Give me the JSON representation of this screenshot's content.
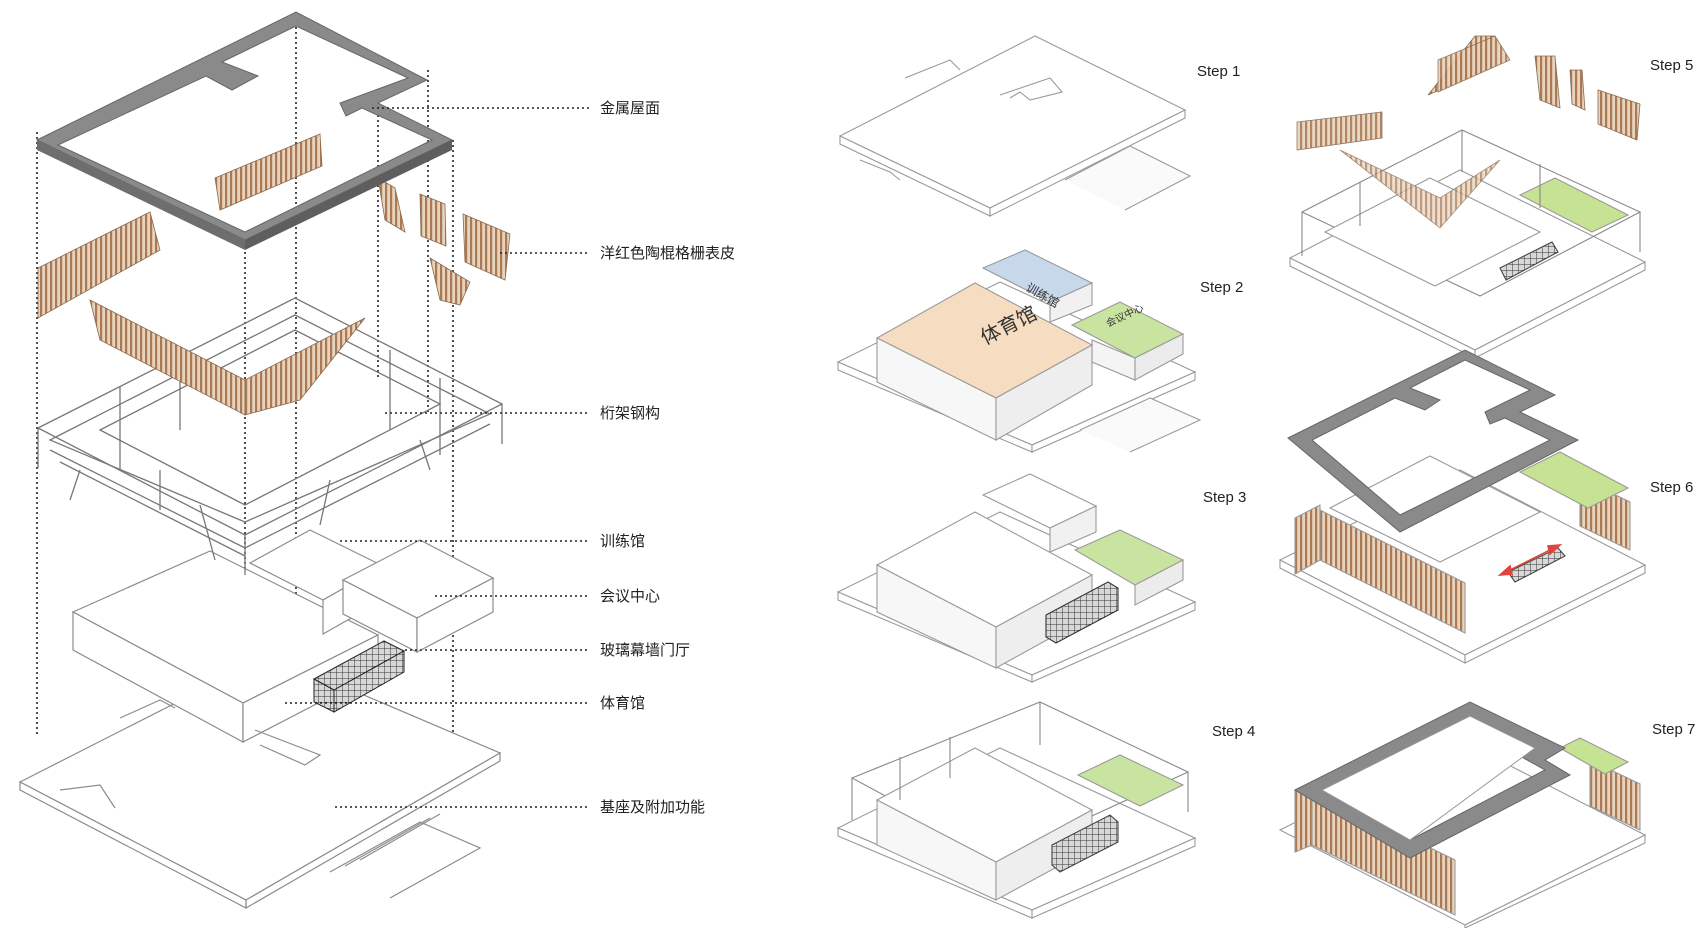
{
  "exploded_labels": [
    "金属屋面",
    "洋红色陶棍格栅表皮",
    "桁架钢构",
    "训练馆",
    "会议中心",
    "玻璃幕墙门厅",
    "体育馆",
    "基座及附加功能"
  ],
  "steps": [
    "Step 1",
    "Step 2",
    "Step 3",
    "Step 4",
    "Step 5",
    "Step 6",
    "Step 7"
  ],
  "block_labels": {
    "gym": "体育馆",
    "training": "训练馆",
    "conference": "会议中心"
  },
  "colors": {
    "roof": "#8a8a8a",
    "terracotta": "#b58f6b",
    "gym_block": "#f6dcc0",
    "training_block": "#c7d8ea",
    "conference_block": "#c9e3a0",
    "green_roof": "#c6e393",
    "line": "#9a9a9a",
    "accent_arrow": "#e0443a"
  }
}
